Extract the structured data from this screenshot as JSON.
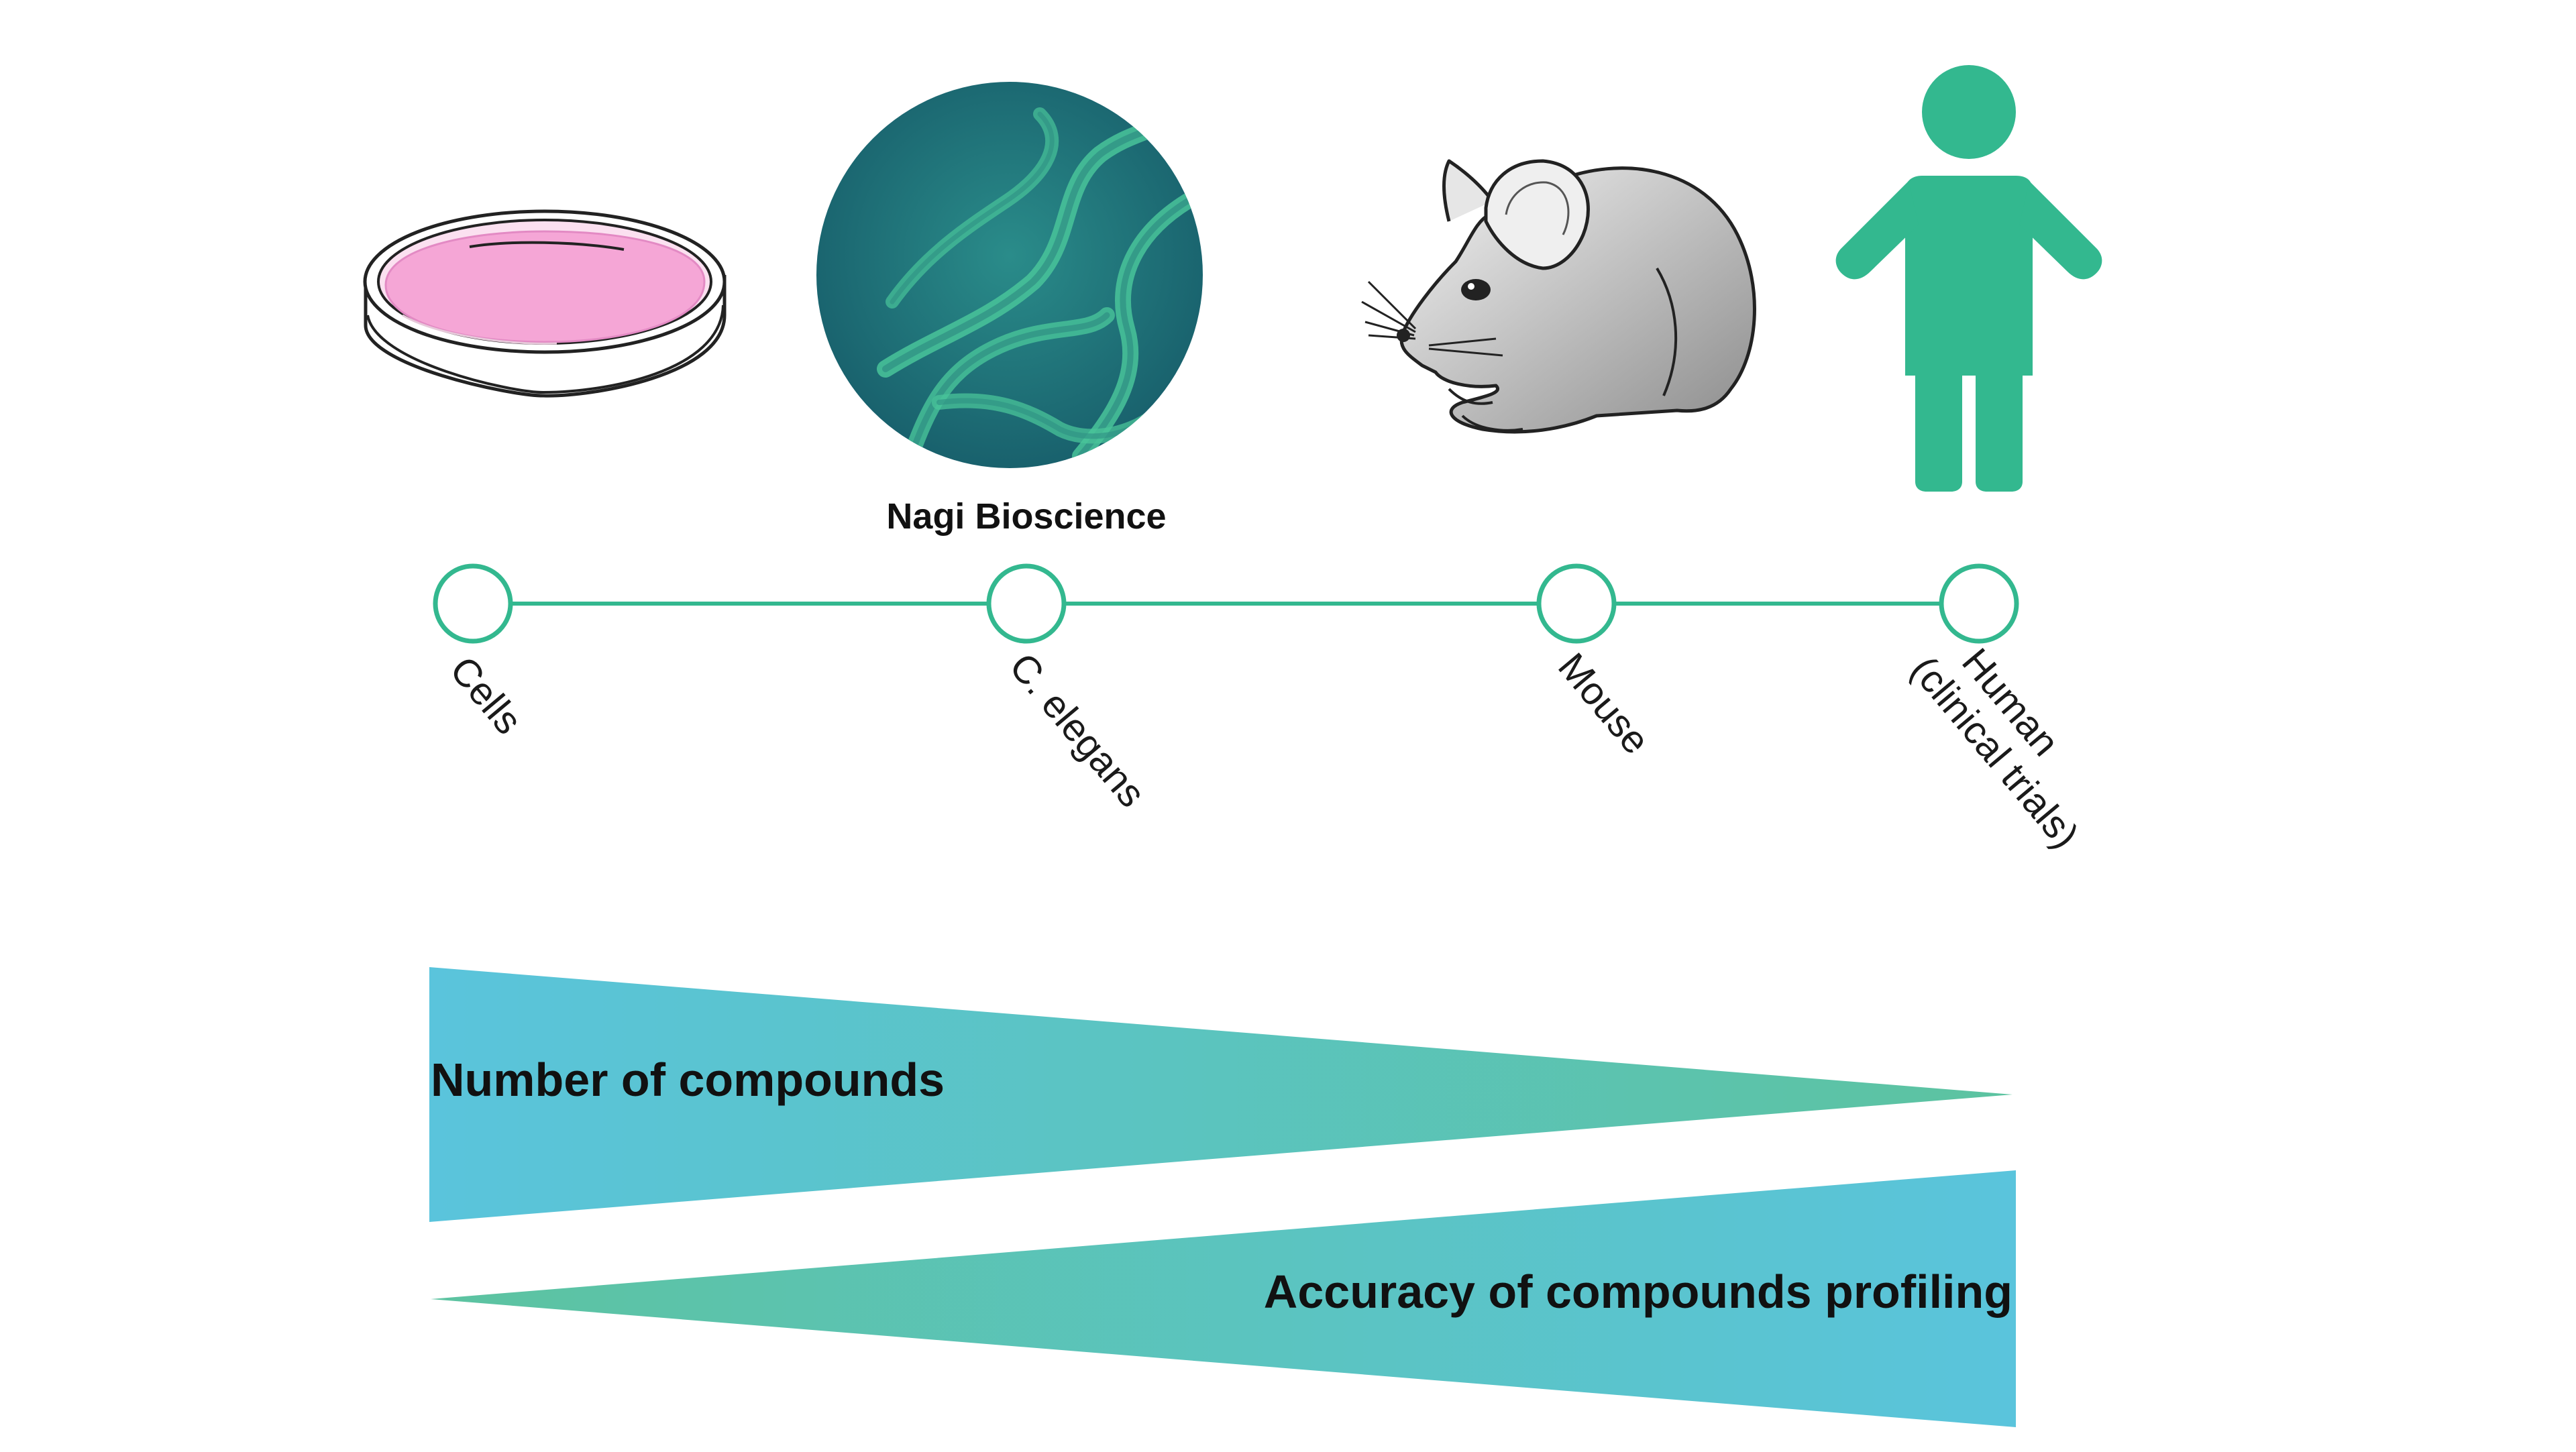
{
  "highlight_label": "Nagi Bioscience",
  "stages": [
    {
      "id": "cells",
      "lines": [
        "Cells"
      ]
    },
    {
      "id": "c-elegans",
      "lines": [
        "C. elegans"
      ]
    },
    {
      "id": "mouse",
      "lines": [
        "Mouse"
      ]
    },
    {
      "id": "human",
      "lines": [
        "Human",
        "(clinical trials)"
      ]
    }
  ],
  "wedges": {
    "top_label": "Number of compounds",
    "bottom_label": "Accuracy of compounds profiling"
  },
  "colors": {
    "accent_green": "#33b88f",
    "wedge_blue": "#5ac4dc",
    "wedge_green": "#5cc3a3",
    "dish_pink": "#f5a6d6",
    "worm_bg": "#1c6b75"
  },
  "icons": [
    "petri-dish-icon",
    "c-elegans-icon",
    "mouse-icon",
    "human-icon"
  ]
}
